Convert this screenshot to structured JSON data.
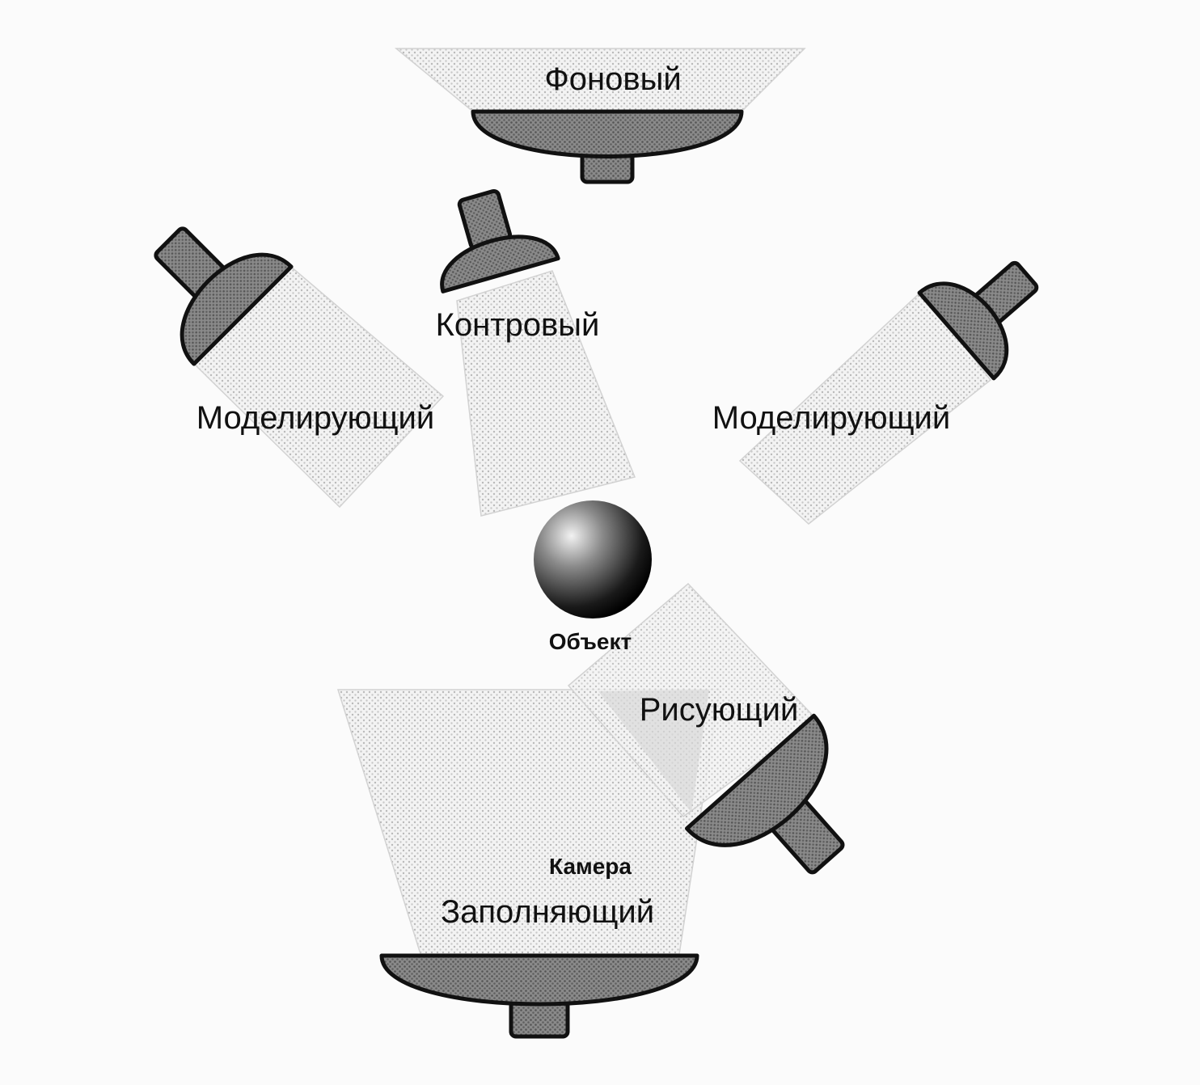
{
  "diagram": {
    "labels": {
      "background": "Фоновый",
      "back": "Контровый",
      "modeling_left": "Моделирующий",
      "modeling_right": "Моделирующий",
      "subject": "Объект",
      "key": "Рисующий",
      "camera": "Камера",
      "fill": "Заполняющий"
    },
    "colors": {
      "lamp": "#7a7a7a",
      "beam": "#efefef",
      "outline": "#111111",
      "background": "#fbfbfb"
    }
  }
}
